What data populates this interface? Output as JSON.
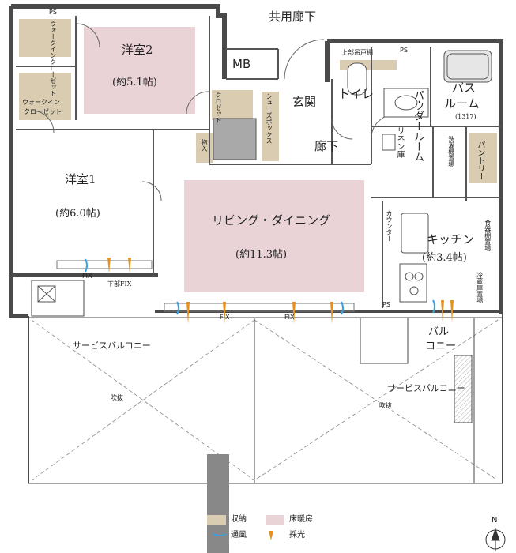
{
  "rooms": {
    "western2": "洋室2",
    "western2_area": "(約5.1帖)",
    "western1": "洋室1",
    "western1_area": "(約6.0帖)",
    "living": "リビング・ダイニング",
    "living_area": "(約11.3帖)",
    "kitchen": "キッチン",
    "kitchen_area": "(約3.4帖)",
    "bath_line1": "バス",
    "bath_line2": "ルーム",
    "bath_size": "(1317)",
    "toilet": "トイレ",
    "entrance": "玄関",
    "hallway": "廊下",
    "powder": "パウダールーム",
    "pantry": "パントリー",
    "linen": "リネン庫",
    "mb": "MB",
    "wic_top": "ウォークインクローゼット",
    "wic_mid_line1": "ウォークイン",
    "wic_mid_line2": "クローゼット",
    "shoebox": "シューズボックス",
    "closet": "クロゼット",
    "storage": "物入",
    "upper_cabinet": "上部吊戸棚",
    "washer": "洗濯機置場",
    "counter": "カウンター",
    "dish_shelf": "食器棚置場",
    "fridge": "冷蔵庫置場",
    "balcony_line1": "バル",
    "balcony_line2": "コニー",
    "service_balcony_left": "サービスバルコニー",
    "service_balcony_right": "サービスバルコニー",
    "void_left": "吹抜",
    "void_right": "吹抜",
    "common_corridor": "共用廊下"
  },
  "markers": {
    "ps_top_left": "PS",
    "ps_top_right": "PS",
    "ps_kitchen": "PS",
    "fix_w1": "FIX",
    "fix_lower": "下部FIX",
    "fix_ld_left": "FIX",
    "fix_ld_right": "FIX"
  },
  "legend": {
    "storage": "収納",
    "floor_heating": "床暖房",
    "ventilation": "通風",
    "daylight": "採光"
  },
  "compass": {
    "north": "N"
  },
  "colors": {
    "storage": "#d9ccb0",
    "floor_heating": "#ead3d6",
    "ventilation": "#3aa0e0",
    "daylight": "#e8901c",
    "wall": "#4a4a4a",
    "fixture": "#a9a9a9"
  }
}
